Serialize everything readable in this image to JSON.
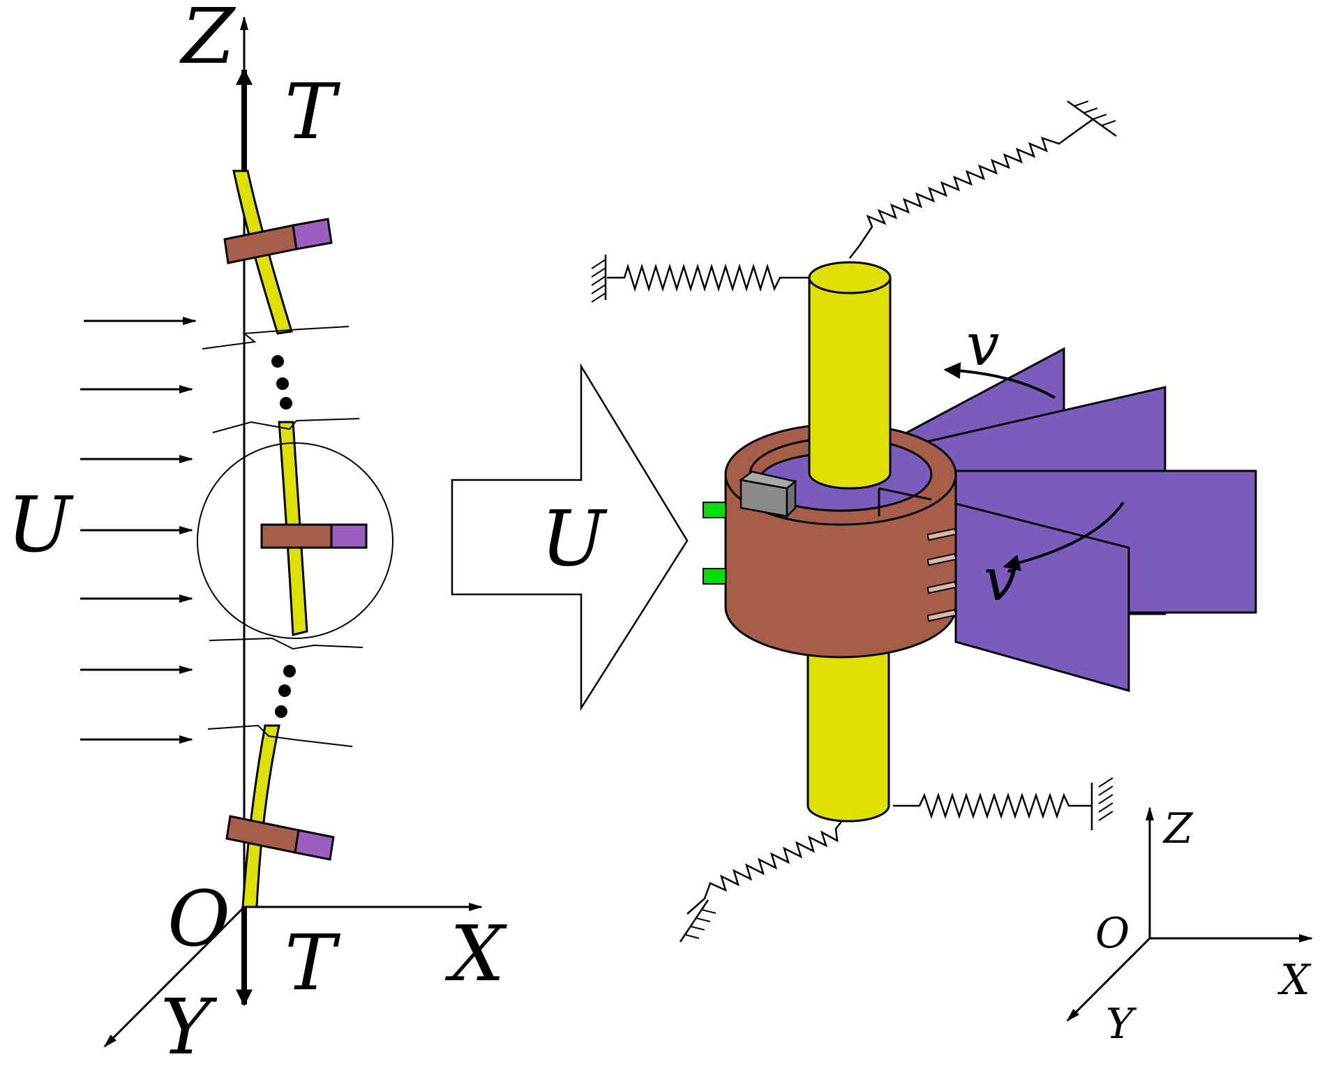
{
  "left_axes": {
    "z": "Z",
    "x": "X",
    "y": "Y",
    "origin": "O"
  },
  "tension_top": "T",
  "tension_bottom": "T",
  "flow_left": "U",
  "flow_big_arrow": "U",
  "velocity_top": "v",
  "velocity_bottom": "v",
  "right_axes": {
    "z": "Z",
    "x": "X",
    "y": "Y",
    "origin": "O"
  },
  "colors": {
    "cylinder": "#dde000",
    "ring": "#a65e48",
    "blade": "#7b5bbb",
    "sensor": "#00e000",
    "mass": "#8a8a8a"
  }
}
